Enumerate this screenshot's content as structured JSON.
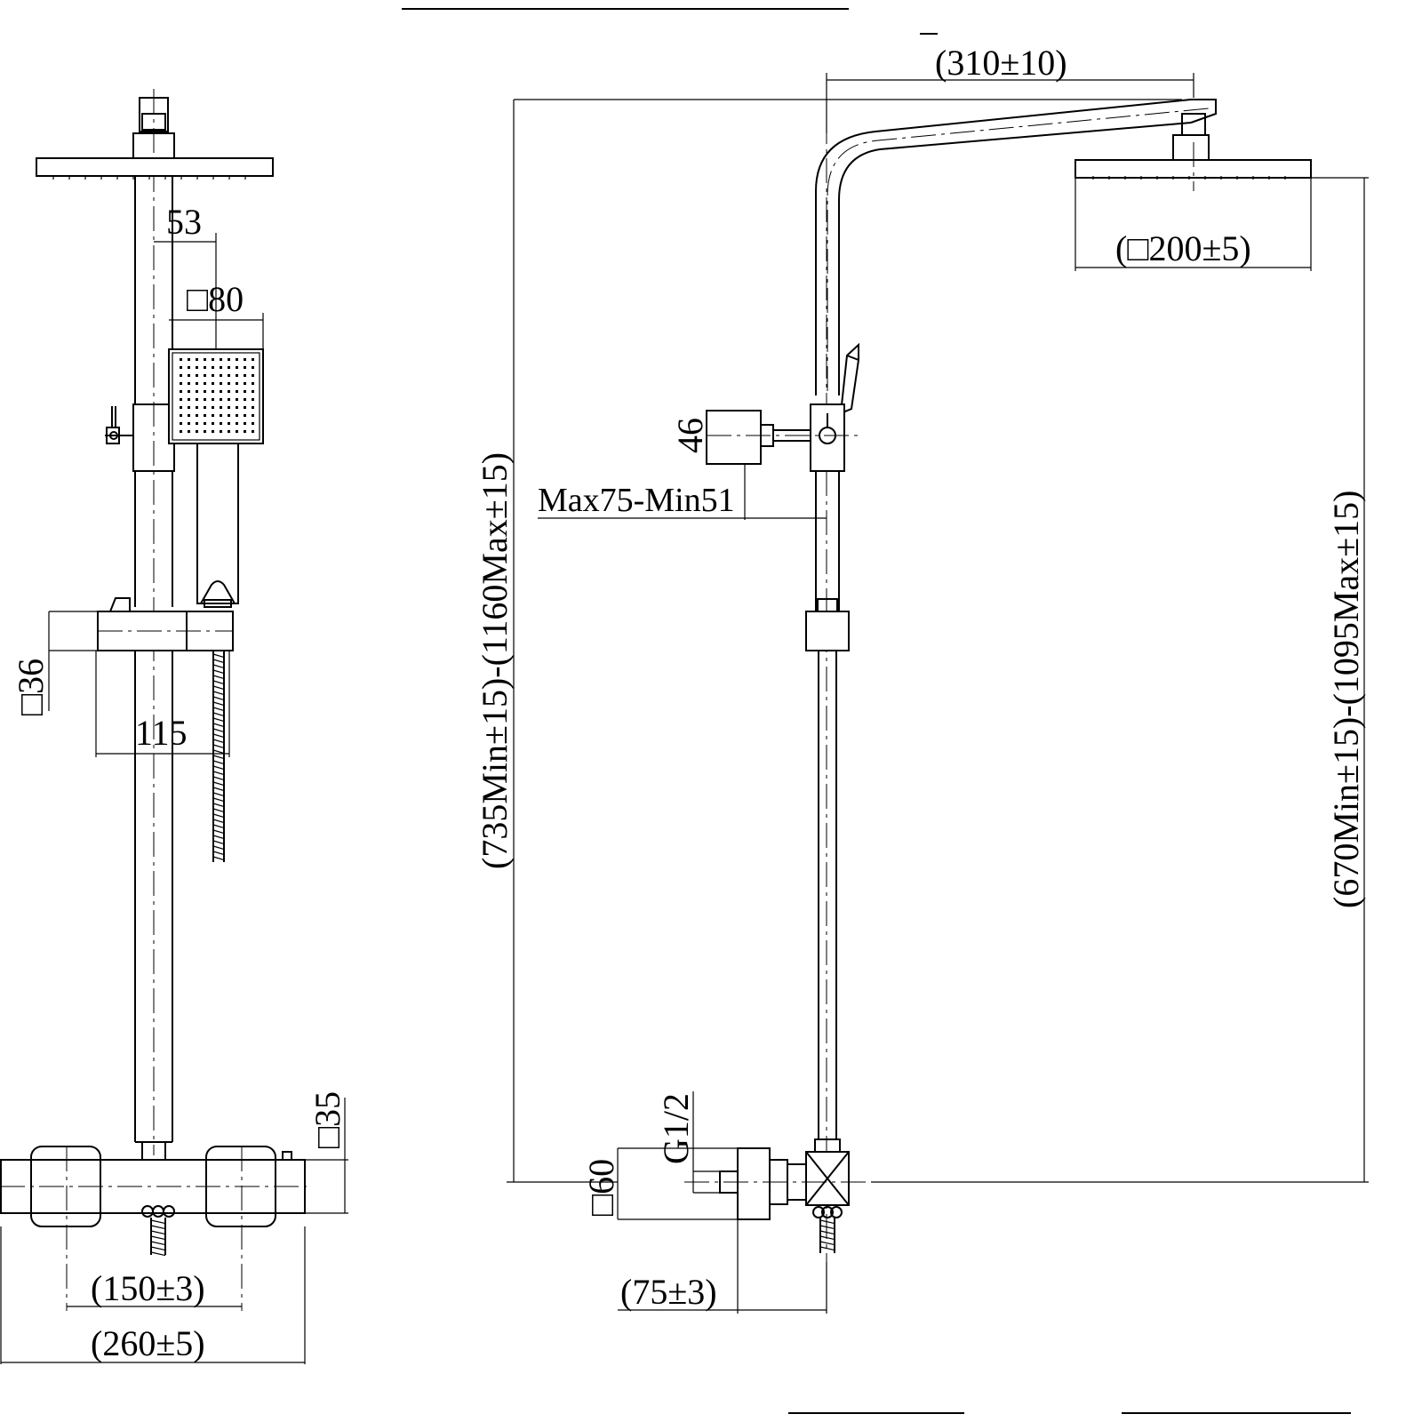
{
  "front_view": {
    "dim_arm_offset": "53",
    "dim_handshower_size": "□80",
    "dim_slider_size": "□36",
    "dim_slider_width": "115",
    "dim_valve_height": "□35",
    "dim_inlet_spacing": "(150±3)",
    "dim_valve_width": "(260±5)"
  },
  "side_view": {
    "dim_arm_reach": "(310±10)",
    "dim_head_size": "(□200±5)",
    "dim_holder_size": "46",
    "dim_holder_projection": "Max75-Min51",
    "dim_total_height": "(735Min±15)-(1160Max±15)",
    "dim_head_height": "(670Min±15)-(1095Max±15)",
    "dim_thread": "G1/2",
    "dim_flange_size": "□60",
    "dim_wall_offset": "(75±3)"
  }
}
